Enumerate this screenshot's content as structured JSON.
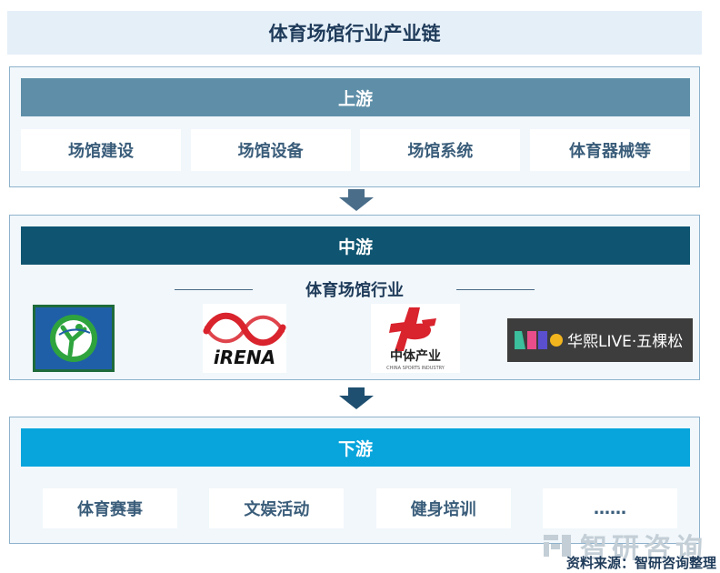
{
  "title": "体育场馆行业产业链",
  "upstream": {
    "header": "上游",
    "items": [
      "场馆建设",
      "场馆设备",
      "场馆系统",
      "体育器械等"
    ]
  },
  "midstream": {
    "header": "中游",
    "subtitle": "体育场馆行业",
    "logos": [
      {
        "name": "green-gymnast-logo",
        "text": ""
      },
      {
        "name": "irena-logo",
        "text": "iRENA"
      },
      {
        "name": "china-sports-industry-logo",
        "text": "中体产业",
        "subtext": "CHINA SPORTS INDUSTRY"
      },
      {
        "name": "huaxi-live-logo",
        "text": "华熙LIVE·五棵松"
      }
    ]
  },
  "downstream": {
    "header": "下游",
    "items": [
      "体育赛事",
      "文娱活动",
      "健身培训",
      "……"
    ]
  },
  "watermark": "智研咨询",
  "source": "资料来源：智研咨询整理",
  "colors": {
    "upstream_header": "#5f8fa8",
    "midstream_header": "#0f5571",
    "downstream_header": "#08a5dc",
    "arrow": "#4a6e8a",
    "title_bg": "#e5eff8"
  }
}
